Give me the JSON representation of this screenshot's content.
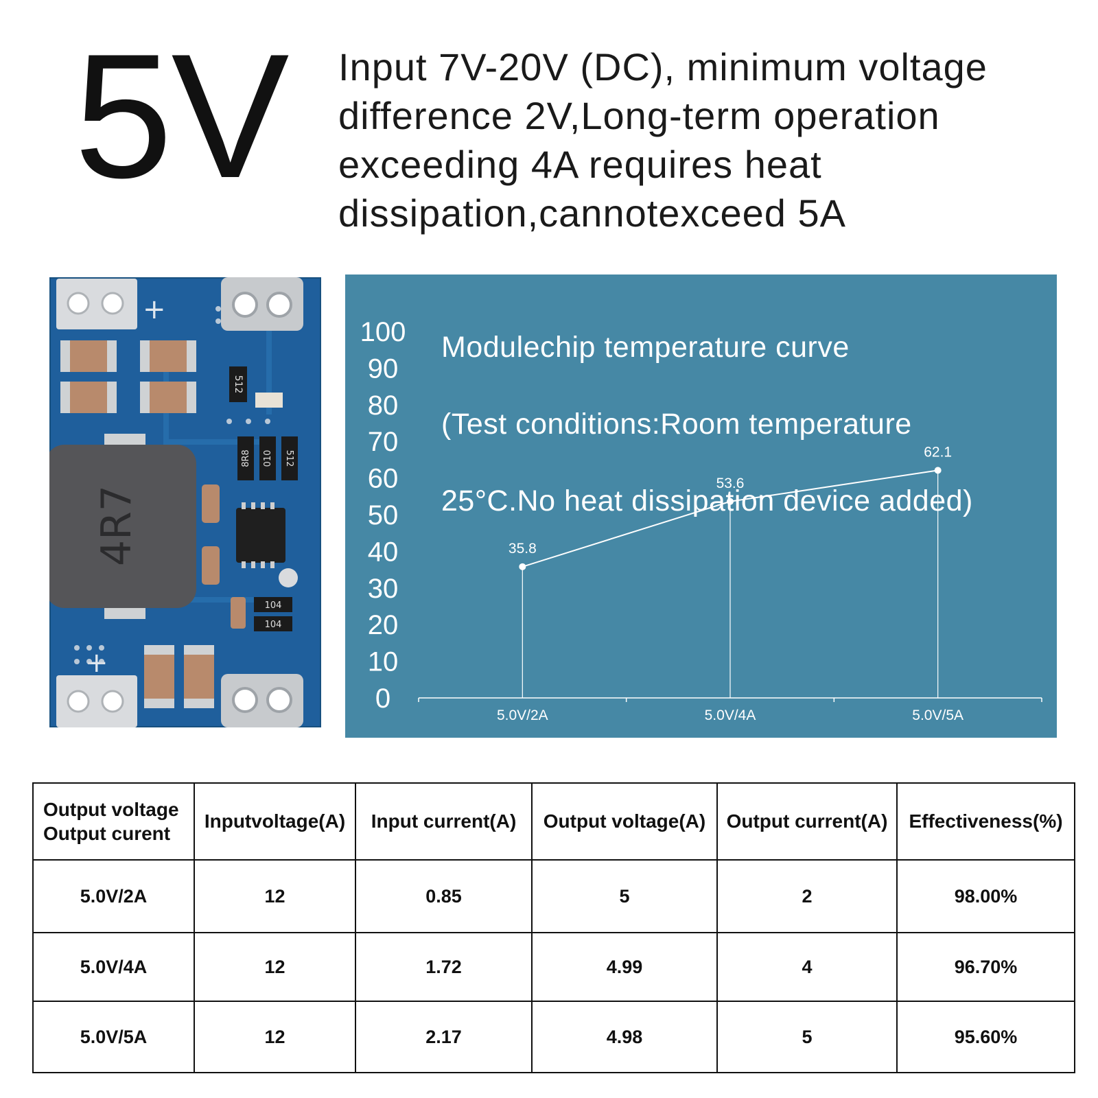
{
  "header": {
    "big_voltage": "5V",
    "spec_lines": [
      "Input 7V-20V (DC), minimum voltage",
      "difference 2V,Long-term operation",
      "exceeding 4A requires heat",
      "dissipation,cannotexceed 5A"
    ]
  },
  "board": {
    "inductor_marking": "4R7",
    "resistor_markings": [
      "512",
      "8R8",
      "010",
      "512",
      "104",
      "104"
    ],
    "plus_marks": [
      "+",
      "+"
    ]
  },
  "colors": {
    "chart_background": "#4688a5",
    "chart_foreground": "#ffffff",
    "pcb_blue": "#1f5f9c",
    "pad_silver": "#d9dbde",
    "capacitor_tan": "#b88a6c",
    "inductor_gray": "#555558"
  },
  "chart_data": {
    "type": "line",
    "title_lines": [
      "Modulechip temperature curve",
      "(Test conditions:Room temperature",
      "25°C.No heat dissipation device added)"
    ],
    "categories": [
      "5.0V/2A",
      "5.0V/4A",
      "5.0V/5A"
    ],
    "values": [
      35.8,
      53.6,
      62.1
    ],
    "data_labels": [
      "35.8",
      "53.6",
      "62.1"
    ],
    "y_ticks": [
      "0",
      "10",
      "20",
      "30",
      "40",
      "50",
      "60",
      "70",
      "80",
      "90",
      "100"
    ],
    "ylim": [
      0,
      100
    ],
    "grid": false,
    "legend": "none"
  },
  "table": {
    "header_first": [
      "Output voltage",
      "Output curent"
    ],
    "headers": [
      "Inputvoltage(A)",
      "Input current(A)",
      "Output voltage(A)",
      "Output current(A)",
      "Effectiveness(%)"
    ],
    "rows": [
      [
        "5.0V/2A",
        "12",
        "0.85",
        "5",
        "2",
        "98.00%"
      ],
      [
        "5.0V/4A",
        "12",
        "1.72",
        "4.99",
        "4",
        "96.70%"
      ],
      [
        "5.0V/5A",
        "12",
        "2.17",
        "4.98",
        "5",
        "95.60%"
      ]
    ]
  }
}
